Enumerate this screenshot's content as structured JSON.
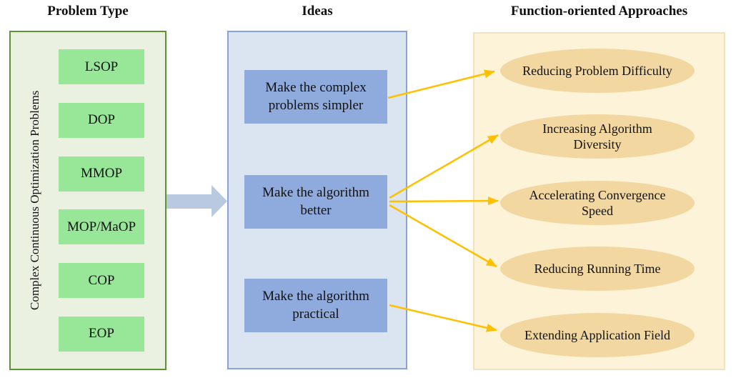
{
  "figure": {
    "columns": [
      {
        "title": "Problem Type",
        "side_label": "Complex Continuous Optimization Problems",
        "items": [
          {
            "label": "LSOP"
          },
          {
            "label": "DOP"
          },
          {
            "label": "MMOP"
          },
          {
            "label": "MOP/MaOP"
          },
          {
            "label": "COP"
          },
          {
            "label": "EOP"
          }
        ]
      },
      {
        "title": "Ideas",
        "items": [
          {
            "label": "Make the complex problems simpler"
          },
          {
            "label": "Make the algorithm better"
          },
          {
            "label": "Make the algorithm practical"
          }
        ]
      },
      {
        "title": "Function-oriented Approaches",
        "items": [
          {
            "label": "Reducing Problem Difficulty"
          },
          {
            "label": "Increasing Algorithm Diversity"
          },
          {
            "label": "Accelerating Convergence Speed"
          },
          {
            "label": "Reducing Running Time"
          },
          {
            "label": "Extending Application Field"
          }
        ]
      }
    ],
    "connections": {
      "main_arrow": {
        "from": "Problem Type",
        "to": "Ideas"
      },
      "idea_to_approach": [
        {
          "from": "Make the complex problems simpler",
          "to": "Reducing Problem Difficulty"
        },
        {
          "from": "Make the algorithm better",
          "to": "Increasing Algorithm Diversity"
        },
        {
          "from": "Make the algorithm better",
          "to": "Accelerating Convergence Speed"
        },
        {
          "from": "Make the algorithm better",
          "to": "Reducing Running Time"
        },
        {
          "from": "Make the algorithm practical",
          "to": "Extending Application Field"
        }
      ]
    },
    "colors": {
      "green_panel_fill": "#ebf1e1",
      "green_panel_border": "#5d9434",
      "green_item_fill": "#98e698",
      "blue_panel_fill": "#dbe5f2",
      "blue_panel_border": "#8aa3d6",
      "blue_item_fill": "#8faadc",
      "cream_panel_fill": "#fdf3d8",
      "cream_panel_border": "#f2e3c0",
      "ellipse_fill": "#f2d7a0",
      "arrow_yellow": "#ffc000",
      "big_arrow_fill": "#b9c9e0"
    }
  }
}
